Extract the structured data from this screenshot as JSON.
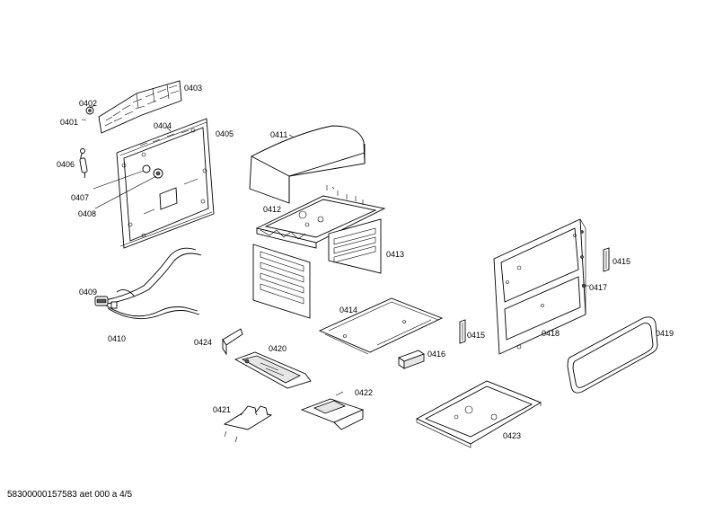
{
  "labels": {
    "p0401": "0401",
    "p0402": "0402",
    "p0403": "0403",
    "p0404": "0404",
    "p0405": "0405",
    "p0406": "0406",
    "p0407": "0407",
    "p0408": "0408",
    "p0409": "0409",
    "p0410": "0410",
    "p0411": "0411",
    "p0412": "0412",
    "p0413": "0413",
    "p0414": "0414",
    "p0415a": "0415",
    "p0415b": "0415",
    "p0416": "0416",
    "p0417": "0417",
    "p0418": "0418",
    "p0419": "0419",
    "p0420": "0420",
    "p0421": "0421",
    "p0422": "0422",
    "p0423": "0423",
    "p0424": "0424"
  },
  "footer": {
    "code": "58300000157583 aet 000 a 4/5"
  }
}
